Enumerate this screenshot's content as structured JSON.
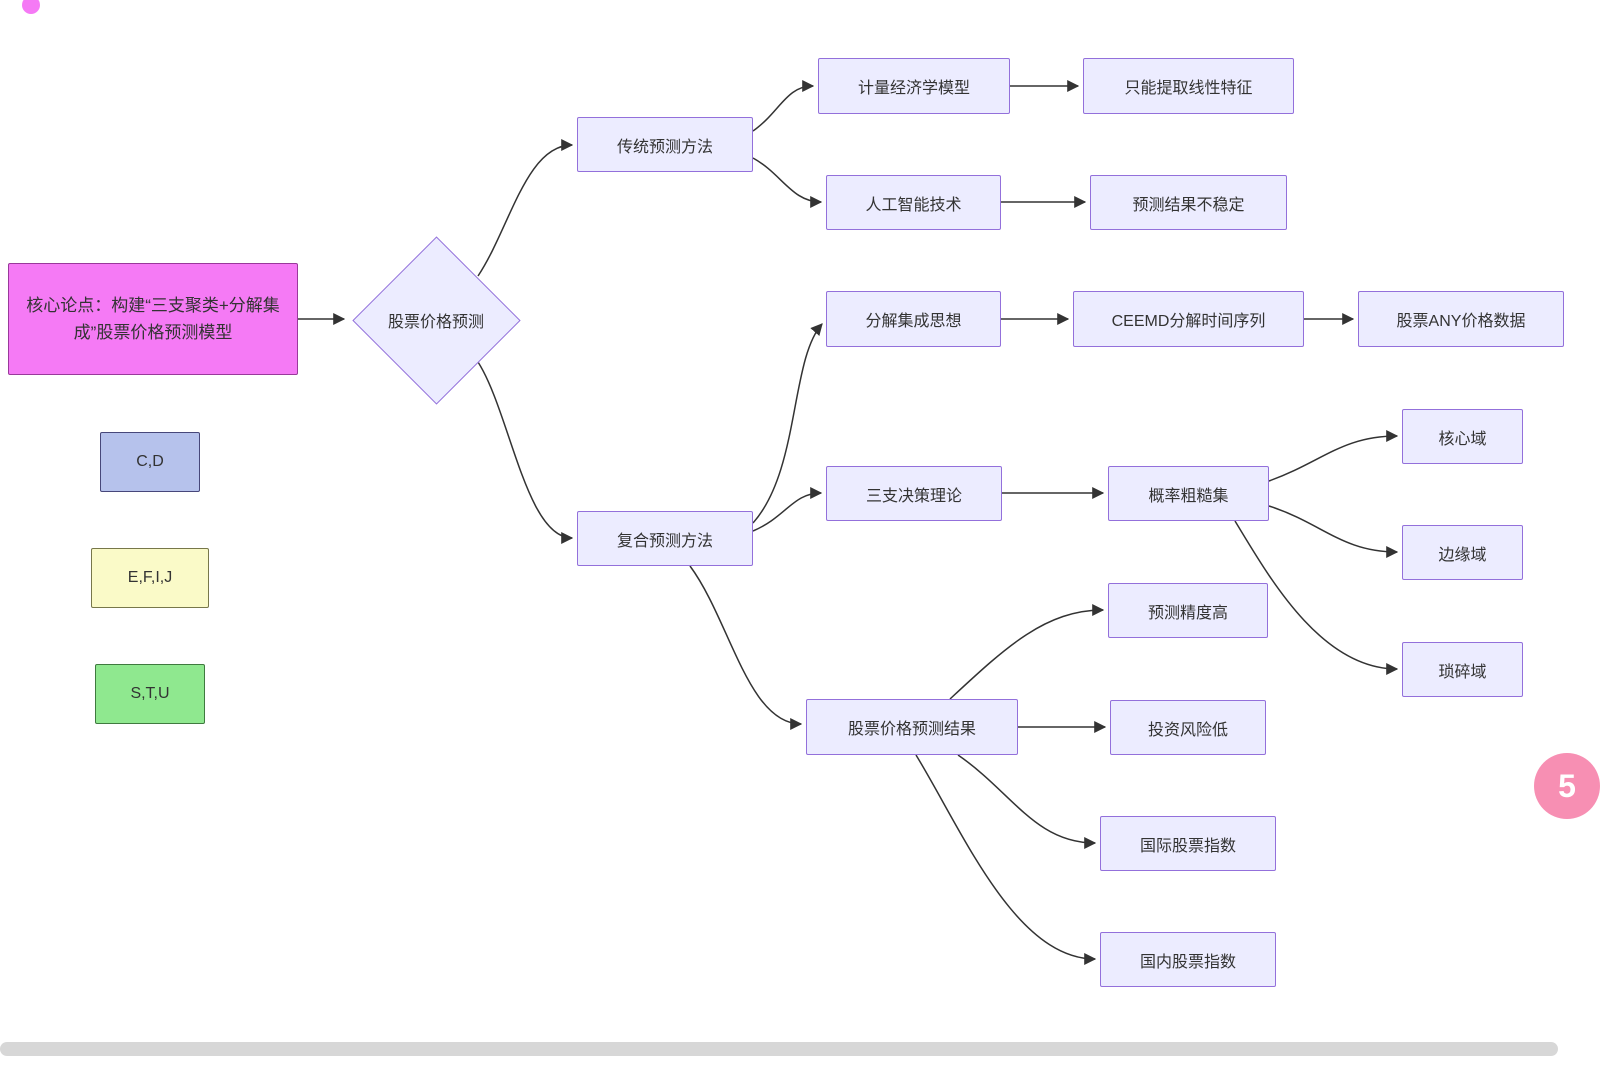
{
  "diagram": {
    "nodes": {
      "root": {
        "label": "核心论点：构建“三支聚类+分解集成”股票价格预测模型"
      },
      "decision": {
        "label": "股票价格预测"
      },
      "traditional": {
        "label": "传统预测方法"
      },
      "econometric": {
        "label": "计量经济学模型"
      },
      "linear_only": {
        "label": "只能提取线性特征"
      },
      "ai": {
        "label": "人工智能技术"
      },
      "unstable": {
        "label": "预测结果不稳定"
      },
      "composite": {
        "label": "复合预测方法"
      },
      "decomposition": {
        "label": "分解集成思想"
      },
      "ceemd": {
        "label": "CEEMD分解时间序列"
      },
      "any_price": {
        "label": "股票ANY价格数据"
      },
      "three_way": {
        "label": "三支决策理论"
      },
      "rough_set": {
        "label": "概率粗糙集"
      },
      "core_domain": {
        "label": "核心域"
      },
      "edge_domain": {
        "label": "边缘域"
      },
      "trivial_domain": {
        "label": "琐碎域"
      },
      "result": {
        "label": "股票价格预测结果"
      },
      "accuracy": {
        "label": "预测精度高"
      },
      "low_risk": {
        "label": "投资风险低"
      },
      "intl_index": {
        "label": "国际股票指数"
      },
      "domestic_index": {
        "label": "国内股票指数"
      }
    },
    "legend": [
      {
        "label": "C,D",
        "fill": "#b6c2ec",
        "border": "#47477a"
      },
      {
        "label": "E,F,I,J",
        "fill": "#fafac8",
        "border": "#77774a"
      },
      {
        "label": "S,T,U",
        "fill": "#8fe88f",
        "border": "#3f7a3f"
      }
    ],
    "colors": {
      "node_fill": "#ececff",
      "node_border": "#9370db",
      "root_fill": "#f57af5",
      "root_border": "#99399b",
      "edge": "#333333"
    },
    "badge": {
      "label": "5",
      "color": "#f78fb3"
    }
  }
}
